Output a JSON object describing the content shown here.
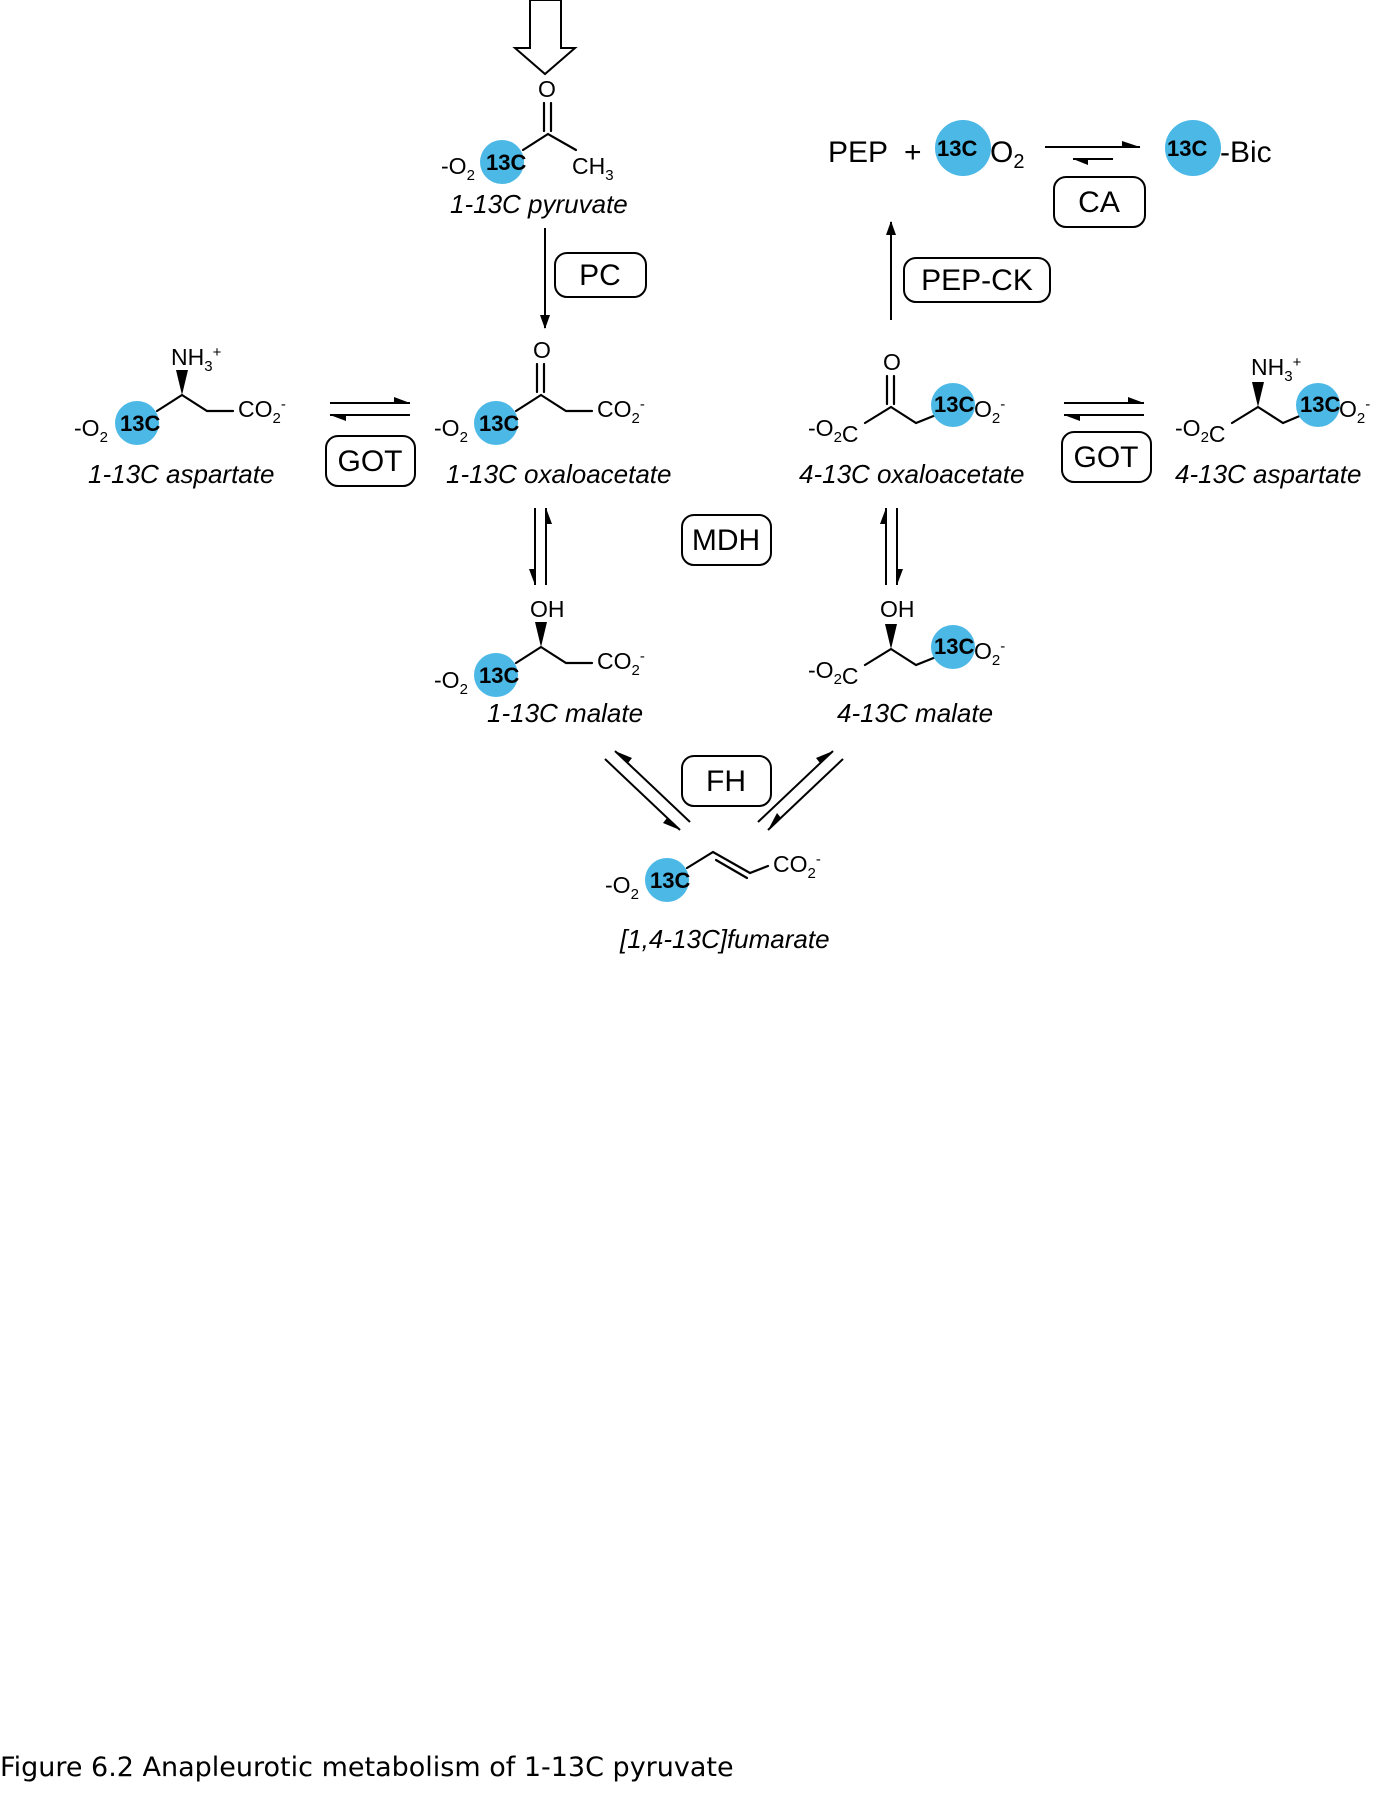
{
  "labels": {
    "pyruvate": "1-13C pyruvate",
    "oaa1": "1-13C oxaloacetate",
    "oaa4": "4-13C oxaloacetate",
    "asp1": "1-13C aspartate",
    "asp4": "4-13C aspartate",
    "mal1": "1-13C malate",
    "mal4": "4-13C malate",
    "fumarate": "[1,4-13C]fumarate"
  },
  "enzymes": {
    "pc": "PC",
    "got_left": "GOT",
    "got_right": "GOT",
    "mdh": "MDH",
    "fh": "FH",
    "pepck": "PEP-CK",
    "ca": "CA"
  },
  "atoms": {
    "o": "O",
    "oh": "OH",
    "ch3": "CH3",
    "co2": "CO2",
    "o2c": "O2C",
    "nh3": "NH3",
    "c13": "13C"
  },
  "reaction": {
    "pep": "PEP",
    "plus": "+",
    "co2": "13CO2",
    "bic": "13C-Bic"
  },
  "colors": {
    "label_dot": "#4bb8e6"
  },
  "caption": "Figure 6.2  Anapleurotic metabolism of 1-13C pyruvate"
}
